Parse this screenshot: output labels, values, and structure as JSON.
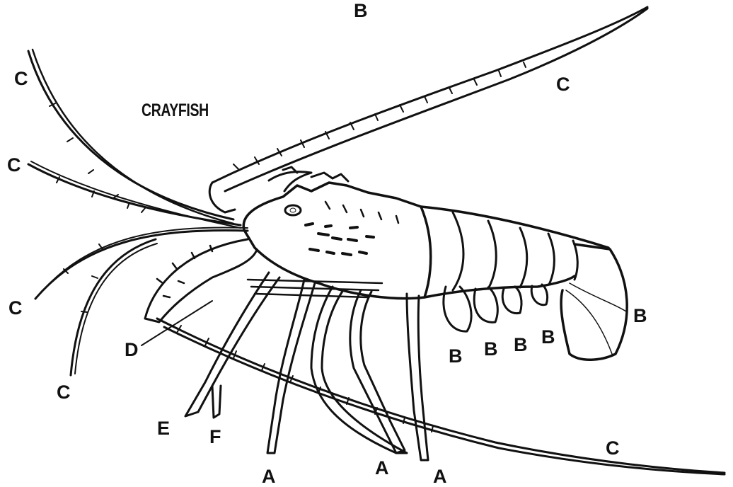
{
  "diagram": {
    "title": "CRAYFISH",
    "line_color": "#111111",
    "background": "#ffffff",
    "labels": [
      "B",
      "C",
      "C",
      "C",
      "C",
      "B",
      "D",
      "B",
      "B",
      "B",
      "B",
      "C",
      "E",
      "F",
      "C",
      "A",
      "A",
      "A"
    ]
  }
}
